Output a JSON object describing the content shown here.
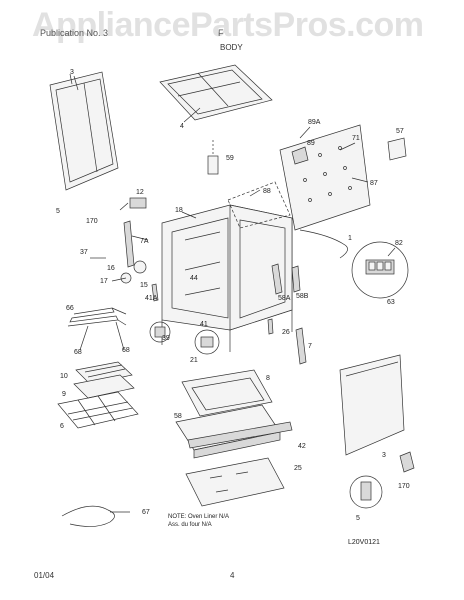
{
  "watermark": "AppliancePartsPros.com",
  "header": {
    "left": "Publication No. 3",
    "right": "F"
  },
  "subtitle": "BODY",
  "note": {
    "line1": "NOTE: Oven Liner N/A",
    "line2": "Ass. du four N/A"
  },
  "diagram_code": "L20V0121",
  "footer": {
    "date": "01/04",
    "page": "4"
  },
  "callouts": {
    "c3a": "3",
    "c4": "4",
    "c89a": "89A",
    "c89": "89",
    "c71": "71",
    "c57": "57",
    "c59": "59",
    "c88": "88",
    "c87": "87",
    "c12": "12",
    "c5a": "5",
    "c170a": "170",
    "c18": "18",
    "c7a": "7A",
    "c37": "37",
    "c16": "16",
    "c17": "17",
    "c15": "15",
    "c44": "44",
    "c41a": "41A",
    "c1": "1",
    "c82": "82",
    "c63": "63",
    "c58a": "58A",
    "c58b": "58B",
    "c66": "66",
    "c41": "41",
    "c26": "26",
    "c7": "7",
    "c68a": "68",
    "c68b": "68",
    "c39": "39",
    "c21": "21",
    "c10": "10",
    "c9": "9",
    "c8": "8",
    "c6": "6",
    "c58": "58",
    "c42": "42",
    "c25": "25",
    "c3b": "3",
    "c5b": "5",
    "c170b": "170",
    "c67": "67"
  }
}
